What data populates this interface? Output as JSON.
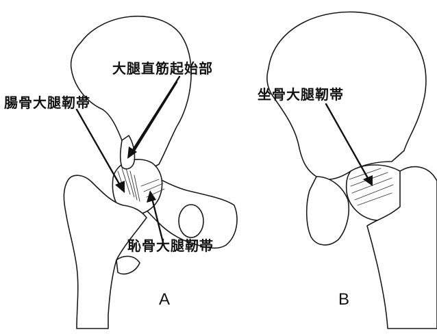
{
  "figure": {
    "panels": [
      {
        "id": "A",
        "label": "A"
      },
      {
        "id": "B",
        "label": "B"
      }
    ],
    "labels": {
      "rectus_origin": "大腿直筋起始部",
      "iliofemoral": "腸骨大腿靭帯",
      "pubofemoral": "恥骨大腿靭帯",
      "ischiofemoral": "坐骨大腿靭帯"
    }
  }
}
